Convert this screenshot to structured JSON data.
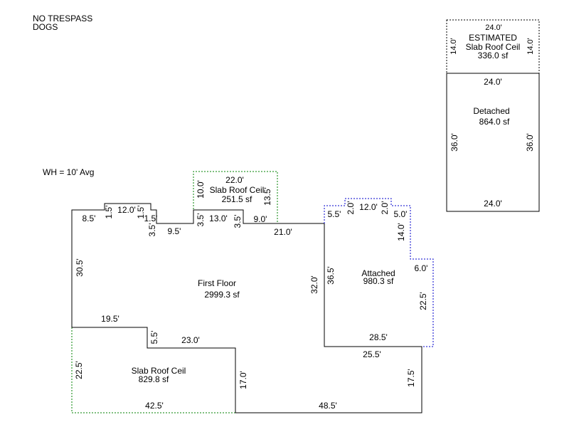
{
  "notes": {
    "line1": "NO TRESPASS",
    "line2": "DOGS",
    "wall_height": "WH = 10' Avg"
  },
  "colors": {
    "first_floor": "#000000",
    "slab_green": "#008000",
    "attached_blue": "#0000cc",
    "detached": "#000000"
  },
  "areas": {
    "first_floor": {
      "name": "First Floor",
      "area": "2999.3 sf"
    },
    "slab_top": {
      "name": "Slab Roof Ceil",
      "area": "251.5 sf"
    },
    "slab_bottom": {
      "name": "Slab Roof Ceil",
      "area": "829.8 sf"
    },
    "attached": {
      "name": "Attached",
      "area": "980.3 sf"
    },
    "detached": {
      "name": "Detached",
      "area": "864.0 sf"
    },
    "estimated_slab": {
      "label": "ESTIMATED",
      "name": "Slab Roof Ceil",
      "area": "336.0 sf"
    }
  },
  "dimensions": {
    "ff_left_top": "8.5'",
    "ff_bump_top": "12.0'",
    "ff_bump_left": "1.5'",
    "ff_bump_right": "1.5'",
    "ff_step_right": "1.5'",
    "ff_step_down": "3.5'",
    "ff_notch_bottom": "9.5'",
    "ff_notch_right": "3.5'",
    "ff_notch_top": "13.0'",
    "ff_notch_right2": "3.5'",
    "ff_mid_top": "9.0'",
    "ff_right_top": "21.0'",
    "ff_left_side": "30.5'",
    "ff_right_side": "32.0'",
    "ff_lower_left": "19.5'",
    "ff_lower_step": "5.5'",
    "ff_lower_mid": "23.0'",
    "ff_lower_right_side": "17.0'",
    "ff_bottom": "48.5'",
    "ff_bottom_top": "25.5'",
    "ff_bottom_right_side": "17.5'",
    "slab_top_width": "22.0'",
    "slab_top_left": "10.0'",
    "slab_top_right": "13.5'",
    "slab_bottom_left": "22.5'",
    "slab_bottom_width": "42.5'",
    "att_top_left": "5.5'",
    "att_bump_left": "2.0'",
    "att_bump_top": "12.0'",
    "att_bump_right": "2.0'",
    "att_right_top": "5.0'",
    "att_right_down": "14.0'",
    "att_right_step": "6.0'",
    "att_left_side": "36.5'",
    "att_right_side": "22.5'",
    "att_bottom": "28.5'",
    "est_width": "24.0'",
    "est_left": "14.0'",
    "est_right": "14.0'",
    "det_top": "24.0'",
    "det_bottom": "24.0'",
    "det_left": "36.0'",
    "det_right": "36.0'"
  }
}
